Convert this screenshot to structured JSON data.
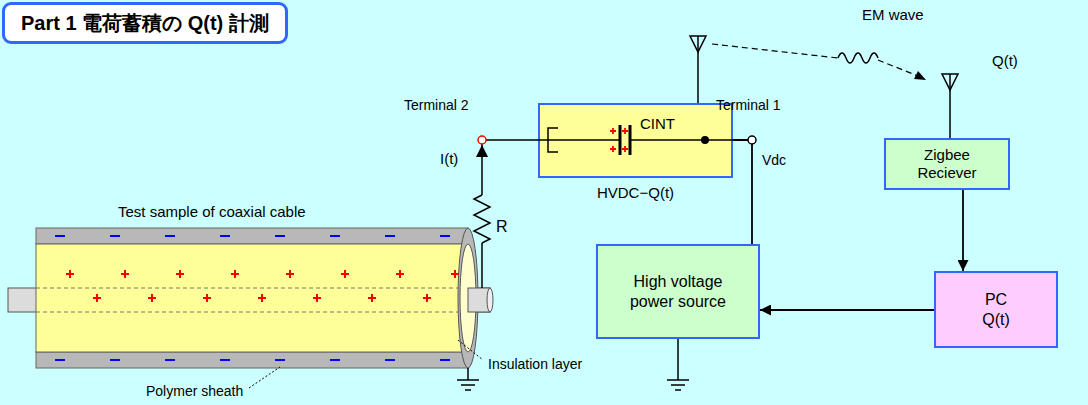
{
  "diagram": {
    "title": "Part 1 電荷蓄積の Q(t) 計測",
    "nodes": [
      {
        "text": [
          "CINT",
          "HVDC−Q(t)"
        ]
      },
      {
        "text": [
          "High voltage power source"
        ]
      },
      {
        "text": [
          "Zigbee Reciever"
        ]
      },
      {
        "text": [
          "PC",
          "Q(t)"
        ]
      }
    ],
    "edges": [
      {
        "from": 0,
        "to": 1,
        "arrow": "none"
      },
      {
        "from": 2,
        "to": 3,
        "arrow": "to"
      },
      {
        "from": 3,
        "to": 1,
        "arrow": "to"
      }
    ],
    "labels": [
      "Terminal 2",
      "Terminal 1",
      "Vdc",
      "EM wave",
      "Q(t)",
      "I(t)",
      "R",
      "Test sample of coaxial cable",
      "Insulation layer",
      "Polymer sheath"
    ]
  }
}
